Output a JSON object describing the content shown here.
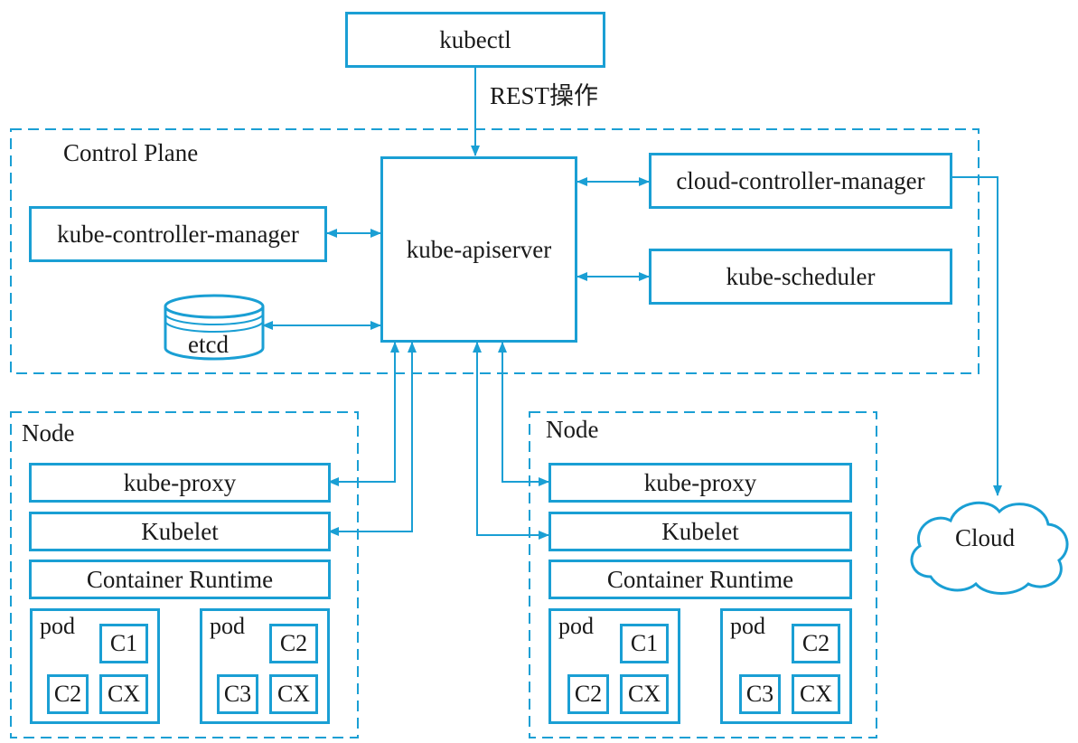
{
  "kubectl": "kubectl",
  "rest_label": "REST操作",
  "control_plane": {
    "label": "Control Plane",
    "apiserver": "kube-apiserver",
    "controller_manager": "kube-controller-manager",
    "cloud_controller_manager": "cloud-controller-manager",
    "scheduler": "kube-scheduler",
    "etcd": "etcd"
  },
  "cloud": "Cloud",
  "nodes": [
    {
      "label": "Node",
      "kube_proxy": "kube-proxy",
      "kubelet": "Kubelet",
      "runtime": "Container Runtime",
      "pods": [
        {
          "label": "pod",
          "containers": [
            "C1",
            "C2",
            "CX"
          ]
        },
        {
          "label": "pod",
          "containers": [
            "C2",
            "C3",
            "CX"
          ]
        }
      ]
    },
    {
      "label": "Node",
      "kube_proxy": "kube-proxy",
      "kubelet": "Kubelet",
      "runtime": "Container Runtime",
      "pods": [
        {
          "label": "pod",
          "containers": [
            "C1",
            "C2",
            "CX"
          ]
        },
        {
          "label": "pod",
          "containers": [
            "C2",
            "C3",
            "CX"
          ]
        }
      ]
    }
  ],
  "colors": {
    "line": "#1a9fd4",
    "text": "#1a1a1a"
  }
}
